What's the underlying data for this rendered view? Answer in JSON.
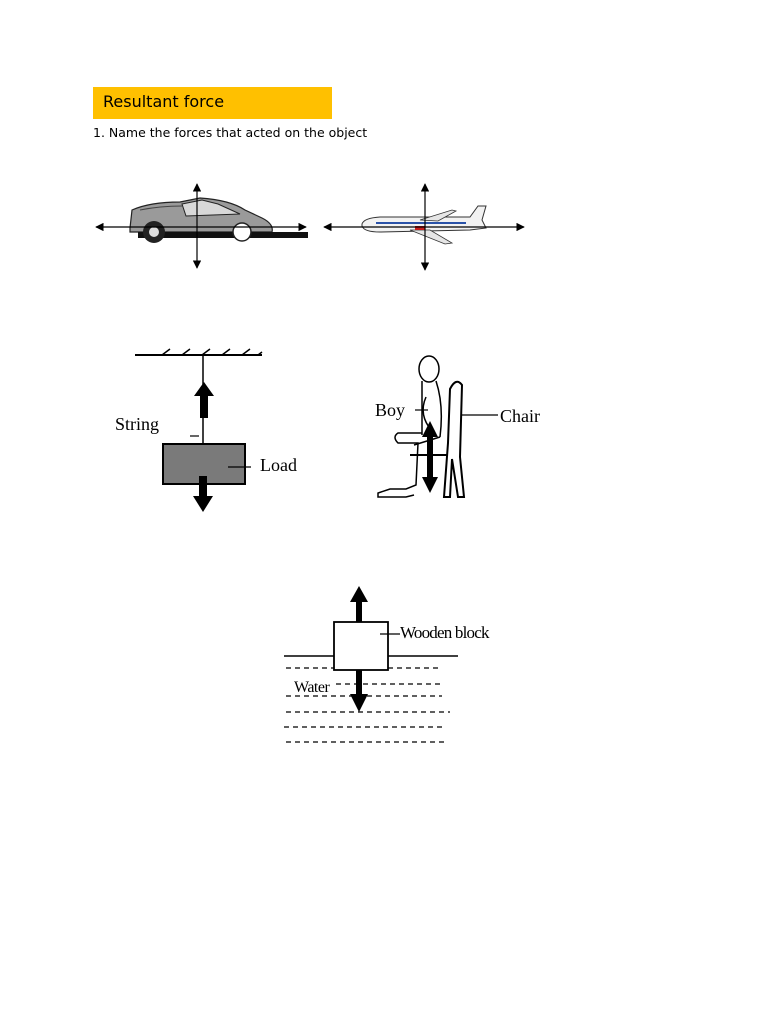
{
  "title": "Resultant force",
  "question": "1. Name the forces that acted on the object",
  "figures": {
    "hanging": {
      "string_label": "String",
      "load_label": "Load"
    },
    "sitting": {
      "boy_label": "Boy",
      "chair_label": "Chair"
    },
    "floating": {
      "block_label": "Wooden block",
      "water_label": "Water"
    }
  },
  "colors": {
    "title_bg": "#ffc000"
  }
}
